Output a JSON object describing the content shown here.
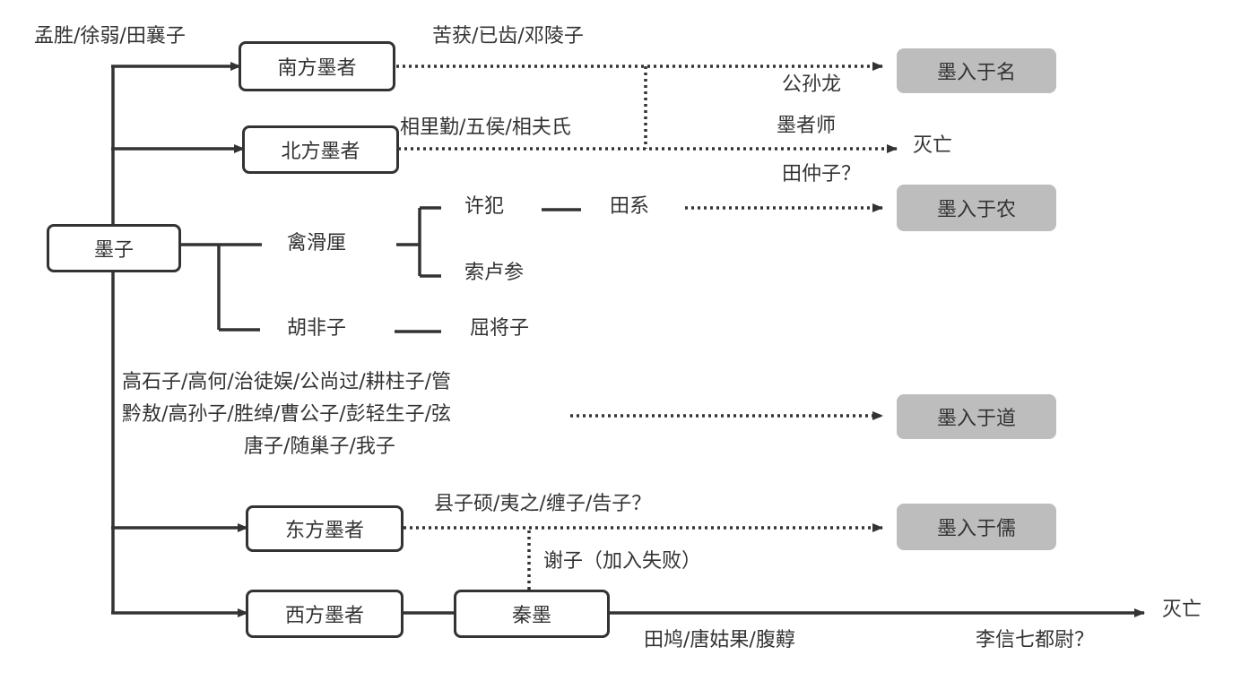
{
  "root": "墨子",
  "branches": {
    "south": "南方墨者",
    "north": "北方墨者",
    "qin_huali": "禽滑厘",
    "hu_feizi": "胡非子",
    "east": "东方墨者",
    "west": "西方墨者",
    "qin_mo": "秦墨"
  },
  "people": {
    "meng_sheng": "孟胜/徐弱/田襄子",
    "ku_huo": "苦获/已齿/邓陵子",
    "xiang_li_qin": "相里勤/五侯/相夫氏",
    "gongsun_long": "公孙龙",
    "mozhe_shi": "墨者师",
    "tian_zhongzi": "田仲子？",
    "xu_fan": "许犯",
    "tian_xi": "田系",
    "suo_lu_can": "索卢参",
    "qu_jiangzi": "屈将子",
    "dao_line1": "高石子/高何/治徒娱/公尚过/耕柱子/管",
    "dao_line2": "黔敖/高孙子/胜绰/曹公子/彭轻生子/弦",
    "dao_line3": "唐子/随巢子/我子",
    "xian_zishuo": "县子硕/夷之/缠子/告子？",
    "xie_zi": "谢子（加入失败）",
    "tian_jiu": "田鸠/唐姑果/腹䵍",
    "li_xin": "李信七都尉？"
  },
  "outcomes": {
    "ming": "墨入于名",
    "north_end": "灭亡",
    "nong": "墨入于农",
    "dao": "墨入于道",
    "ru": "墨入于儒",
    "west_end": "灭亡"
  },
  "colors": {
    "line": "#333333",
    "box_border": "#333333",
    "outcome_fill": "#bdbdbd",
    "background": "#ffffff"
  }
}
